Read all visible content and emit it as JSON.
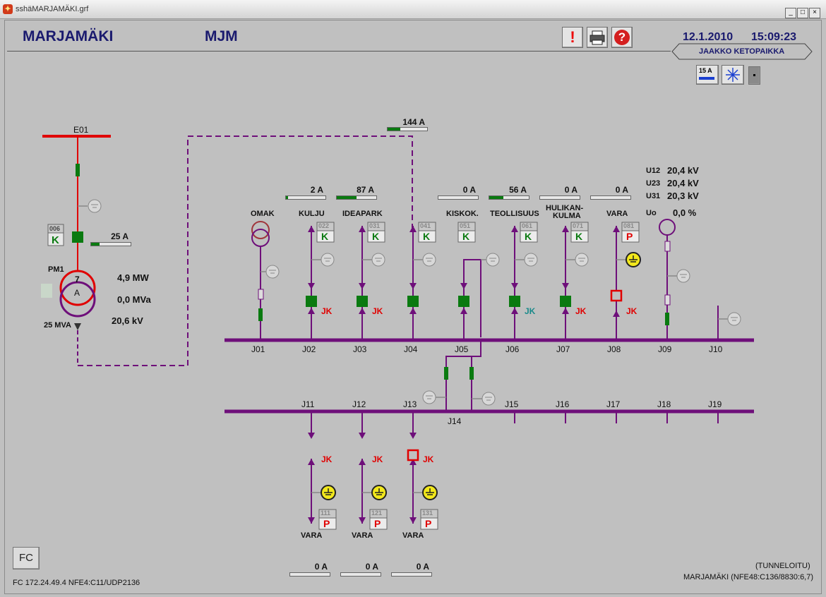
{
  "window": {
    "title": "sshäMARJAMÄKI.grf",
    "min": "_",
    "max": "□",
    "close": "×"
  },
  "header": {
    "station_name": "MARJAMÄKI",
    "station_code": "MJM",
    "date": "12.1.2010",
    "time": "15:09:23",
    "operator": "JAAKKO KETOPAIKKA",
    "alarm_glyph": "!",
    "help_glyph": "?"
  },
  "toolbar2": {
    "limit_label": "15 A"
  },
  "feeder_e01": {
    "bus_label": "E01",
    "box_num": "006",
    "box_state": "K",
    "current": "25 A"
  },
  "transformer": {
    "name": "PM1",
    "tap": "7",
    "mode": "A",
    "rating": "25 MVA",
    "p": "4,9 MW",
    "q": "0,0 MVa",
    "u": "20,6 kV"
  },
  "tie_current": "144 A",
  "voltages": {
    "u12_label": "U12",
    "u12": "20,4 kV",
    "u23_label": "U23",
    "u23": "20,4 kV",
    "u31_label": "U31",
    "u31": "20,3 kV",
    "uo_label": "Uo",
    "uo": "0,0 %"
  },
  "upper_feeders": [
    {
      "name": "OMAK",
      "box": "",
      "state": "",
      "current": "",
      "jk": "",
      "bay": "J01"
    },
    {
      "name": "KULJU",
      "box": "022",
      "state": "K",
      "current": "2 A",
      "jk": "JK",
      "bay": "J02"
    },
    {
      "name": "IDEAPARK",
      "box": "031",
      "state": "K",
      "current": "87 A",
      "jk": "JK",
      "bay": "J03"
    },
    {
      "name": "",
      "box": "041",
      "state": "K",
      "current": "",
      "jk": "",
      "bay": "J04"
    },
    {
      "name": "KISKOK.",
      "box": "051",
      "state": "K",
      "current": "0 A",
      "jk": "",
      "bay": "J05"
    },
    {
      "name": "TEOLLISUUS",
      "box": "061",
      "state": "K",
      "current": "56 A",
      "jk": "JK",
      "bay": "J06"
    },
    {
      "name": "HULIKAN-",
      "name2": "KULMA",
      "box": "071",
      "state": "K",
      "current": "0 A",
      "jk": "JK",
      "bay": "J07"
    },
    {
      "name": "VARA",
      "box": "081",
      "state": "P",
      "current": "0 A",
      "jk": "JK",
      "bay": "J08"
    },
    {
      "name": "",
      "box": "",
      "state": "",
      "current": "",
      "jk": "",
      "bay": "J09"
    },
    {
      "name": "",
      "box": "",
      "state": "",
      "current": "",
      "jk": "",
      "bay": "J10"
    }
  ],
  "lower_bays": [
    "J11",
    "J12",
    "J13",
    "J14",
    "J15",
    "J16",
    "J17",
    "J18",
    "J19"
  ],
  "lower_feeders": [
    {
      "name": "VARA",
      "box": "111",
      "state": "P",
      "current": "0 A",
      "jk": "JK"
    },
    {
      "name": "VARA",
      "box": "121",
      "state": "P",
      "current": "0 A",
      "jk": "JK"
    },
    {
      "name": "VARA",
      "box": "131",
      "state": "P",
      "current": "0 A",
      "jk": "JK"
    }
  ],
  "fc_button": "FC",
  "footer": {
    "left": "FC 172.24.49.4 NFE4:C11/UDP2136",
    "right1": "(TUNNELOITU)",
    "right2": "MARJAMÄKI (NFE48:C136/8830:6,7)"
  },
  "colors": {
    "bus": "#6e0f7a",
    "feed_red": "#e00000",
    "closed": "#0a7a10",
    "open": "#e00000",
    "jk_red": "#e00000",
    "jk_teal": "#1a8a8a",
    "title_blue": "#1a1a6e"
  }
}
